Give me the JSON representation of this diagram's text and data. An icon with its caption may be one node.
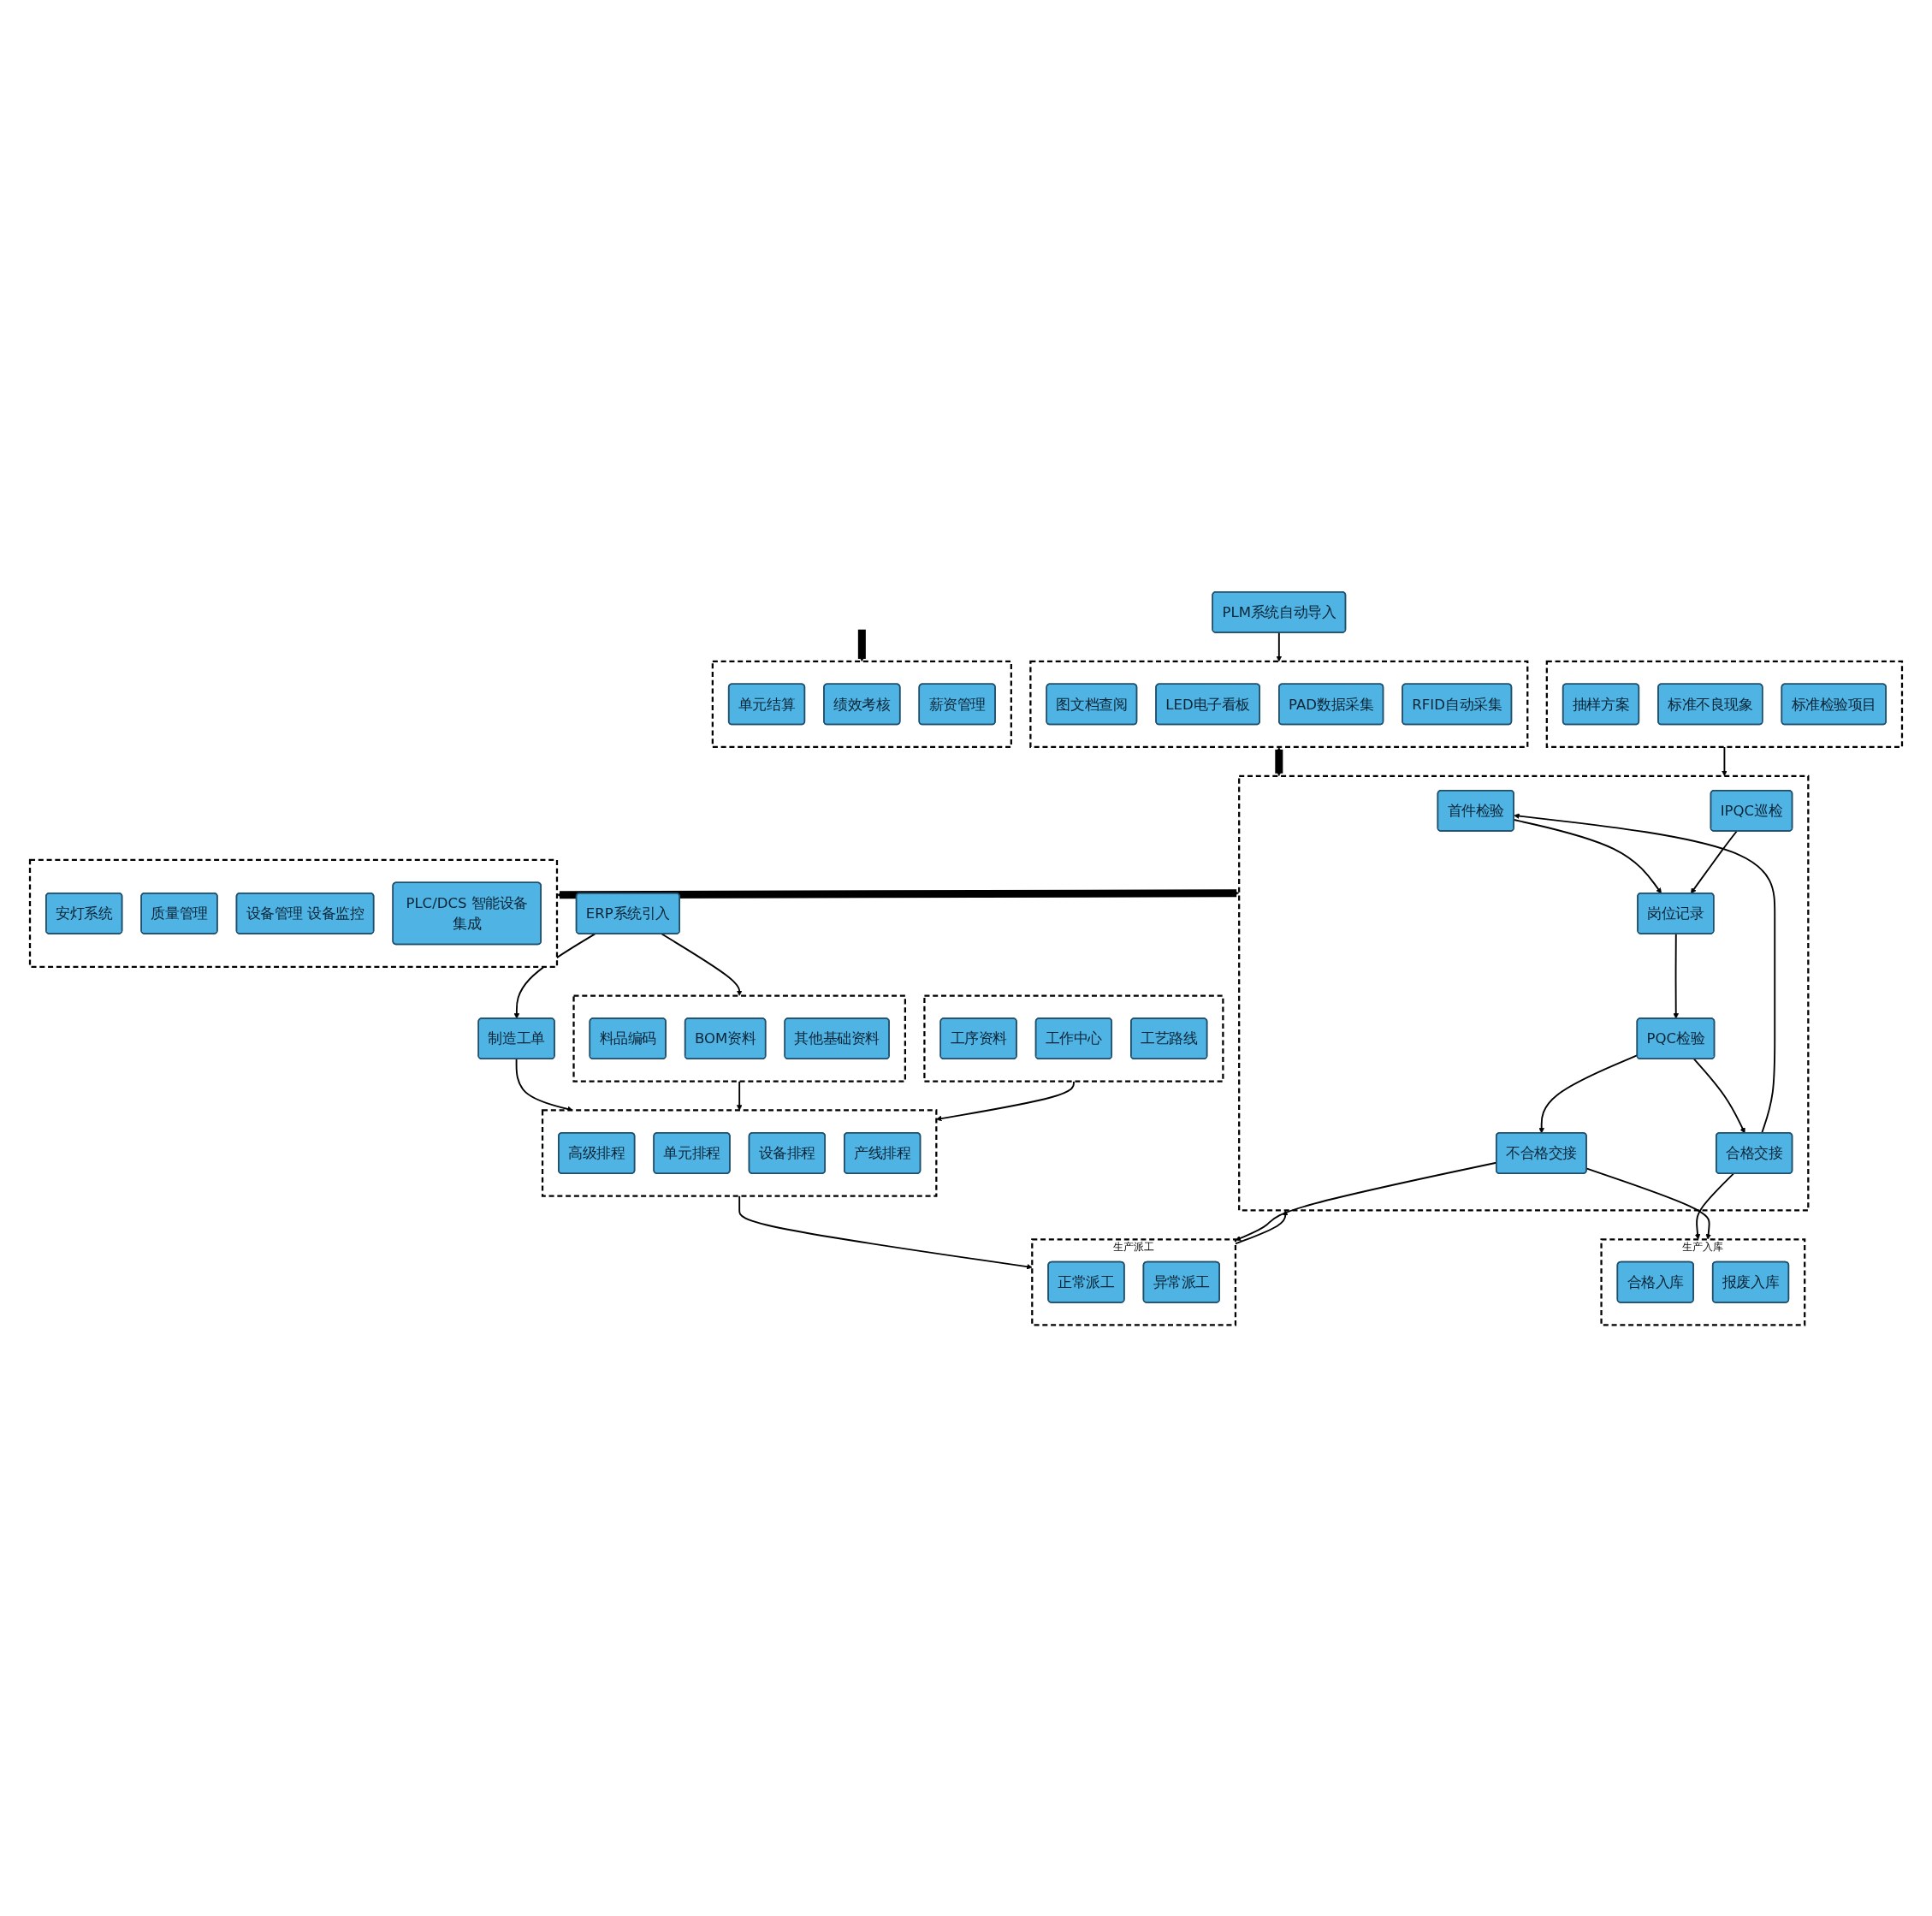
{
  "diagram": {
    "nodes": [
      {
        "text": [
          "ERP系统引入"
        ]
      },
      {
        "text": [],
        "shape": "box"
      },
      {
        "text": [
          "料品编码"
        ],
        "in": 1
      },
      {
        "text": [
          "BOM资料"
        ],
        "in": 1
      },
      {
        "text": [
          "其他基础资料"
        ],
        "in": 1
      },
      {
        "text": [
          "制造工单"
        ]
      },
      {
        "text": [],
        "shape": "box"
      },
      {
        "text": [
          "工序资料"
        ],
        "in": 6
      },
      {
        "text": [
          "工作中心"
        ],
        "in": 6
      },
      {
        "text": [
          "工艺路线"
        ],
        "in": 6
      },
      {
        "text": [],
        "shape": "box"
      },
      {
        "text": [
          "高级排程"
        ],
        "in": 10
      },
      {
        "text": [
          "单元排程"
        ],
        "in": 10
      },
      {
        "text": [
          "设备排程"
        ],
        "in": 10
      },
      {
        "text": [
          "产线排程"
        ],
        "in": 10
      },
      {
        "text": [],
        "shape": "box"
      },
      {
        "text": [
          "抽样方案"
        ],
        "in": 15
      },
      {
        "text": [
          "标准不良现象"
        ],
        "in": 15
      },
      {
        "text": [
          "标准检验项目"
        ],
        "in": 15
      },
      {
        "text": [
          "生产派工"
        ]
      },
      {
        "text": [
          "正常派工"
        ],
        "in": 19
      },
      {
        "text": [
          "异常派工"
        ],
        "in": 19
      },
      {
        "text": [
          "PLM系统自动导入"
        ]
      },
      {
        "text": [],
        "shape": "box"
      },
      {
        "text": [
          "图文档查阅"
        ],
        "in": 23
      },
      {
        "text": [
          "LED电子看板"
        ],
        "in": 23
      },
      {
        "text": [
          "PAD数据采集"
        ],
        "in": 23
      },
      {
        "text": [
          "RFID自动采集"
        ],
        "in": 23
      },
      {
        "text": [],
        "shape": "box"
      },
      {
        "text": [
          "首件检验"
        ],
        "in": 28
      },
      {
        "text": [
          "IPQC巡检"
        ],
        "in": 28
      },
      {
        "text": [
          "岗位记录"
        ],
        "in": 28
      },
      {
        "text": [
          "PQC检验"
        ],
        "in": 28
      },
      {
        "text": [
          "合格交接"
        ],
        "in": 28
      },
      {
        "text": [
          "不合格交接"
        ],
        "in": 28
      },
      {
        "text": [],
        "shape": "box"
      },
      {
        "text": [
          "安灯系统"
        ],
        "in": 35
      },
      {
        "text": [
          "质量管理"
        ],
        "in": 35
      },
      {
        "text": [
          "设备管理 设备监控"
        ],
        "in": 35
      },
      {
        "text": [
          "PLC/DCS 智能设备集成"
        ],
        "in": 35
      },
      {
        "text": [
          "生产入库"
        ]
      },
      {
        "text": [
          "合格入库"
        ],
        "in": 40
      },
      {
        "text": [
          "报废入库"
        ],
        "in": 40
      },
      {
        "text": [],
        "shape": "box"
      },
      {
        "text": [
          "单元结算"
        ],
        "in": 43
      },
      {
        "text": [
          "绩效考核"
        ],
        "in": 43
      },
      {
        "text": [
          "薪资管理"
        ],
        "in": 43
      }
    ],
    "edges": [
      {
        "from": 0,
        "to": 1,
        "arrow": "to"
      },
      {
        "from": 0,
        "to": 5,
        "arrow": "to"
      },
      {
        "from": 5,
        "to": 10,
        "arrow": "to"
      },
      {
        "from": 1,
        "to": 10,
        "arrow": "to"
      },
      {
        "from": 6,
        "to": 10,
        "arrow": "to"
      },
      {
        "from": 10,
        "to": 19,
        "arrow": "to"
      },
      {
        "from": 19,
        "to": 28,
        "arrow": "to"
      },
      {
        "from": 22,
        "to": 23,
        "arrow": "to"
      },
      {
        "from": 23,
        "to": 28,
        "arrow": "both",
        "style": "thick"
      },
      {
        "from": 28,
        "to": 35,
        "arrow": "both",
        "style": "thick"
      },
      {
        "from": 15,
        "to": 28,
        "arrow": "to"
      },
      {
        "from": 29,
        "to": 31,
        "arrow": "to"
      },
      {
        "from": 30,
        "to": 31,
        "arrow": "to"
      },
      {
        "from": 31,
        "to": 32,
        "arrow": "to"
      },
      {
        "from": 32,
        "to": 33,
        "arrow": "to"
      },
      {
        "from": 32,
        "to": 34,
        "arrow": "to"
      },
      {
        "from": 33,
        "to": 29,
        "arrow": "to"
      },
      {
        "from": 34,
        "to": 19,
        "arrow": "to"
      },
      {
        "from": 33,
        "to": 40,
        "arrow": "to"
      },
      {
        "from": 34,
        "to": 40,
        "arrow": "to"
      },
      {
        "from": null,
        "to": 43,
        "arrow": "to",
        "style": "thick"
      }
    ]
  }
}
